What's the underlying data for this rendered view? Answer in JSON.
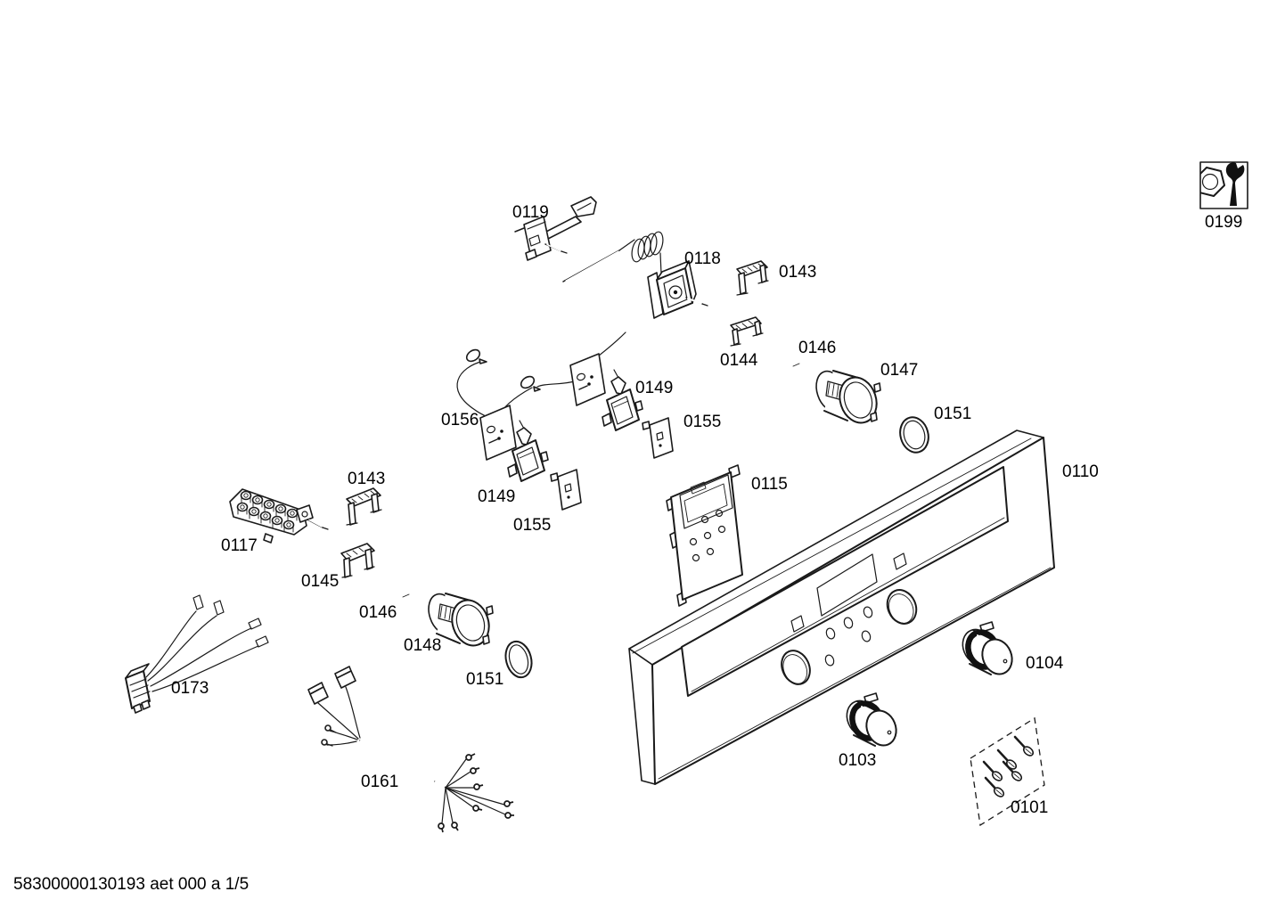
{
  "document": {
    "footer": "58300000130193 aet 000 a 1/5"
  },
  "colors": {
    "line": "#1a1a1a",
    "background": "#ffffff"
  },
  "diagram_title": "exploded-parts-diagram-control-panel",
  "labels": [
    {
      "id": "0119",
      "text": "0119"
    },
    {
      "id": "0118",
      "text": "0118"
    },
    {
      "id": "0143a",
      "text": "0143"
    },
    {
      "id": "0144",
      "text": "0144"
    },
    {
      "id": "0146a",
      "text": "0146"
    },
    {
      "id": "0147",
      "text": "0147"
    },
    {
      "id": "0151a",
      "text": "0151"
    },
    {
      "id": "0156",
      "text": "0156"
    },
    {
      "id": "0149a",
      "text": "0149"
    },
    {
      "id": "0155a",
      "text": "0155"
    },
    {
      "id": "0149b",
      "text": "0149"
    },
    {
      "id": "0155b",
      "text": "0155"
    },
    {
      "id": "0115",
      "text": "0115"
    },
    {
      "id": "0110",
      "text": "0110"
    },
    {
      "id": "0143b",
      "text": "0143"
    },
    {
      "id": "0117",
      "text": "0117"
    },
    {
      "id": "0145",
      "text": "0145"
    },
    {
      "id": "0146b",
      "text": "0146"
    },
    {
      "id": "0148",
      "text": "0148"
    },
    {
      "id": "0151b",
      "text": "0151"
    },
    {
      "id": "0173",
      "text": "0173"
    },
    {
      "id": "0161",
      "text": "0161"
    },
    {
      "id": "0103",
      "text": "0103"
    },
    {
      "id": "0104",
      "text": "0104"
    },
    {
      "id": "0101",
      "text": "0101"
    },
    {
      "id": "0199",
      "text": "0199"
    }
  ]
}
